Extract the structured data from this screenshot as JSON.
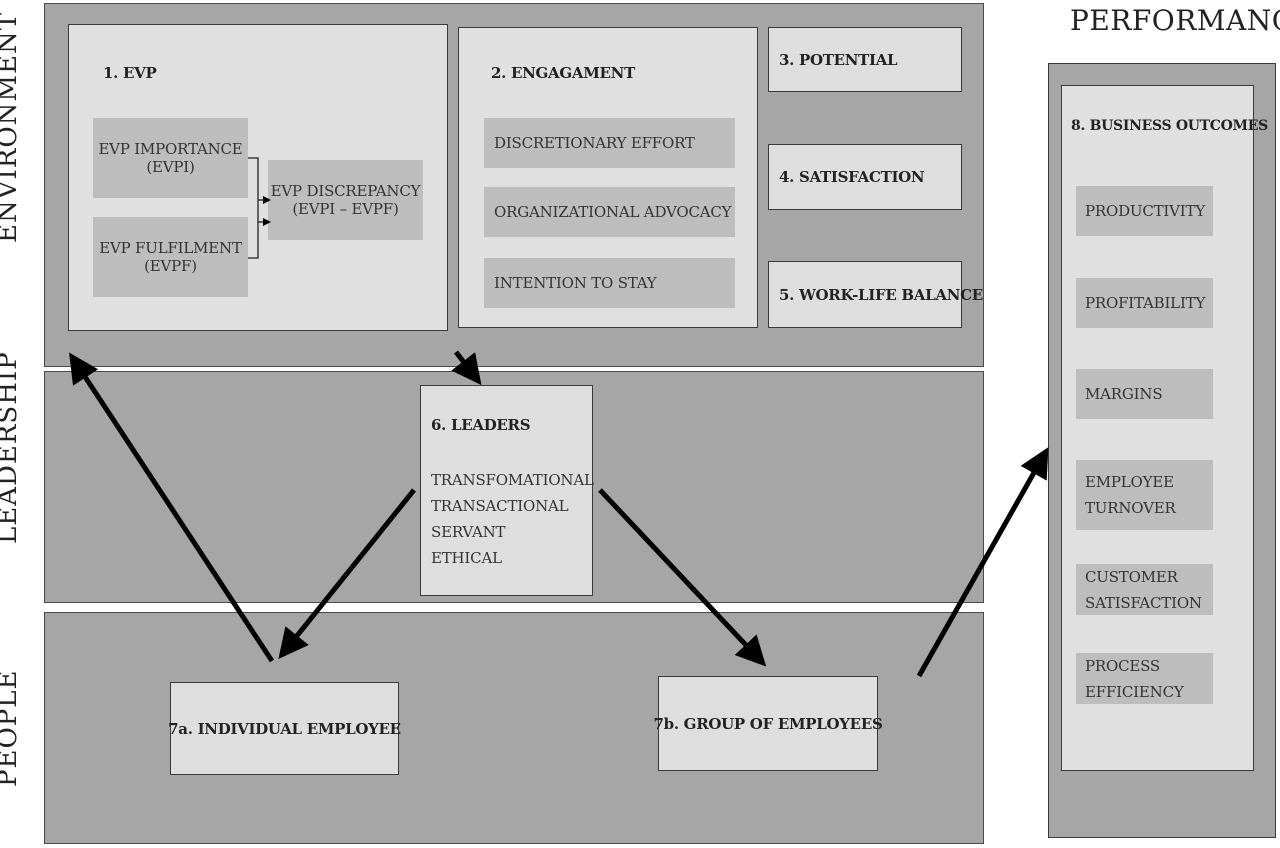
{
  "side_labels": {
    "environment": "ENVIRONMENT",
    "leadership": "LEADERSHIP",
    "people": "PEOPLE"
  },
  "performance_heading": "PERFORMANCE",
  "evp": {
    "title": "1. EVP",
    "importance_line1": "EVP IMPORTANCE",
    "importance_line2": "(EVPI)",
    "fulfilment_line1": "EVP FULFILMENT",
    "fulfilment_line2": "(EVPF)",
    "discrepancy_line1": "EVP DISCREPANCY",
    "discrepancy_line2": "(EVPI – EVPF)"
  },
  "engagement": {
    "title": "2. ENGAGAMENT",
    "items": [
      "DISCRETIONARY EFFORT",
      "ORGANIZATIONAL ADVOCACY",
      "INTENTION TO STAY"
    ]
  },
  "potential": {
    "title": "3. POTENTIAL"
  },
  "satisfaction": {
    "title": "4. SATISFACTION"
  },
  "work_life": {
    "title": "5. WORK-LIFE BALANCE"
  },
  "leaders": {
    "title": "6. LEADERS",
    "styles": [
      "TRANSFOMATIONAL",
      "TRANSACTIONAL",
      "SERVANT",
      "ETHICAL"
    ]
  },
  "individual": {
    "title": "7a. INDIVIDUAL EMPLOYEE"
  },
  "group": {
    "title": "7b. GROUP OF EMPLOYEES"
  },
  "business": {
    "title": "8. BUSINESS OUTCOMES",
    "items": [
      {
        "line1": "PRODUCTIVITY",
        "line2": ""
      },
      {
        "line1": "PROFITABILITY",
        "line2": ""
      },
      {
        "line1": "MARGINS",
        "line2": ""
      },
      {
        "line1": "EMPLOYEE",
        "line2": "TURNOVER"
      },
      {
        "line1": "CUSTOMER",
        "line2": "SATISFACTION"
      },
      {
        "line1": "PROCESS",
        "line2": "EFFICIENCY"
      }
    ]
  }
}
